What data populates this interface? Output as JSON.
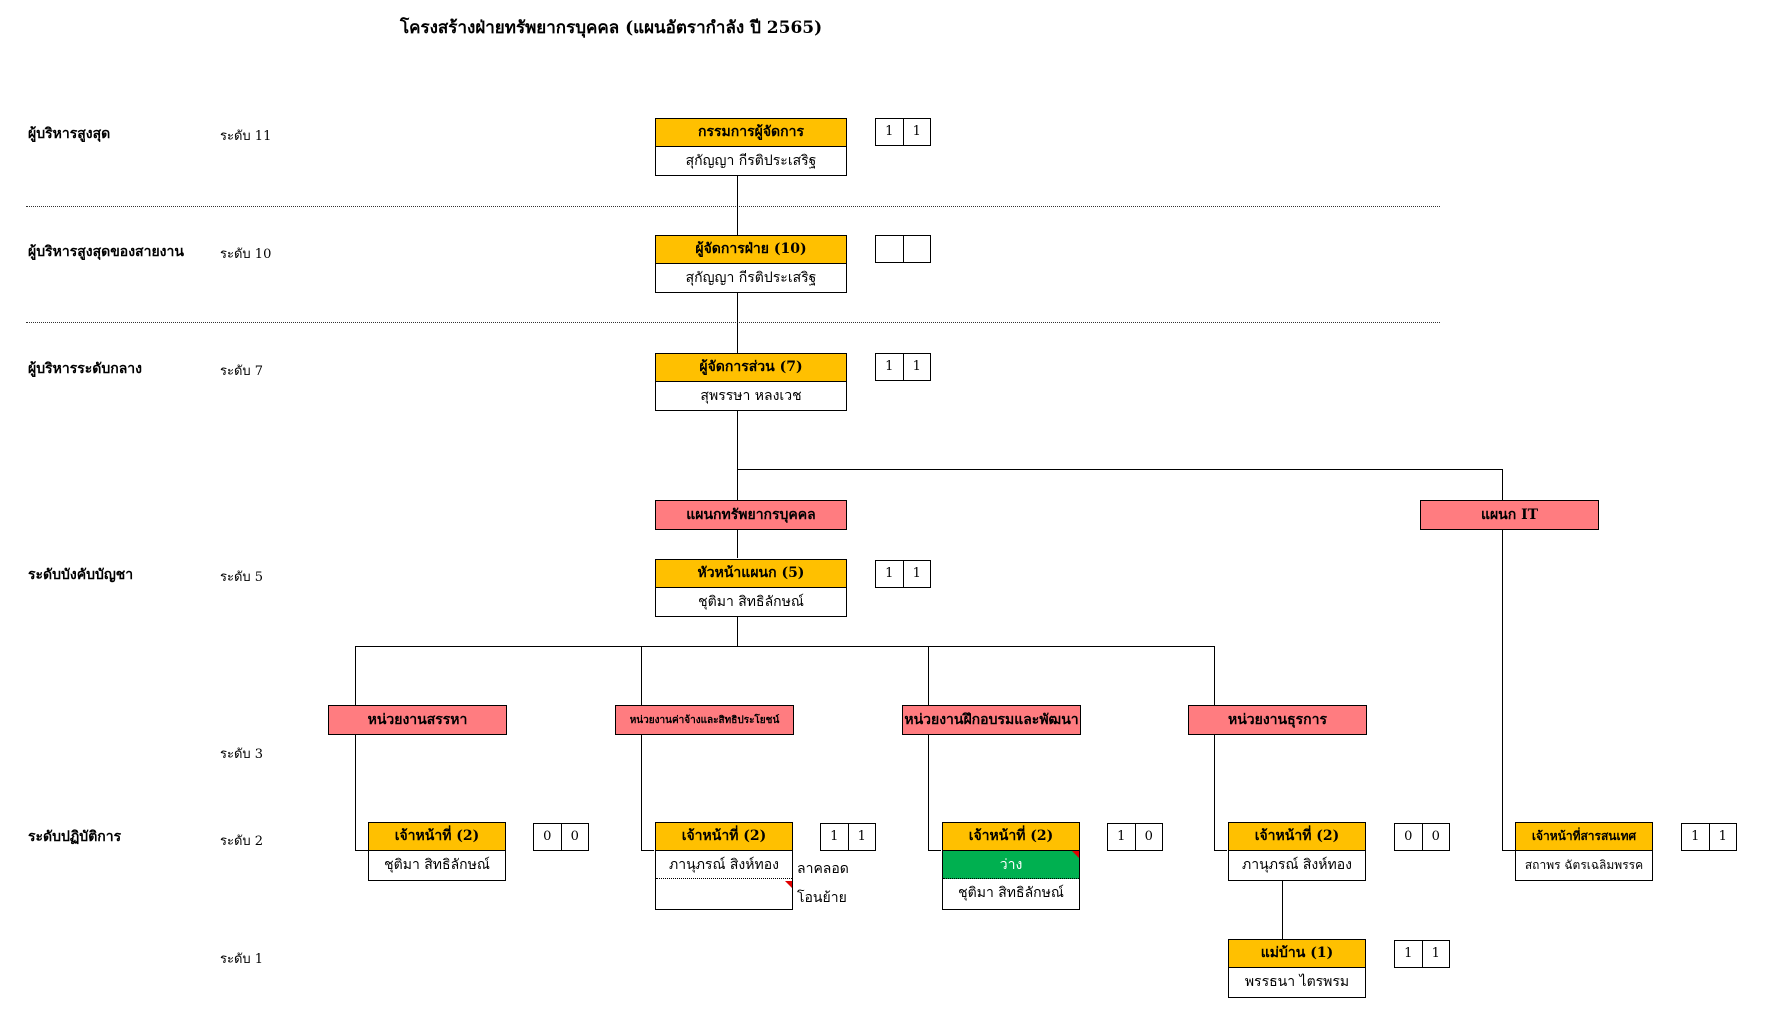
{
  "title": "โครงสร้างฝ่ายทรัพยากรบุคคล (แผนอัตรากำลัง ปี 2565)",
  "categories": {
    "top_exec": "ผู้บริหารสูงสุด",
    "line_exec": "ผู้บริหารสูงสุดของสายงาน",
    "mid_exec": "ผู้บริหารระดับกลาง",
    "supervisor": "ระดับบังคับบัญชา",
    "operation": "ระดับปฏิบัติการ"
  },
  "levels": {
    "l11": "ระดับ 11",
    "l10": "ระดับ 10",
    "l7": "ระดับ 7",
    "l5": "ระดับ 5",
    "l3": "ระดับ 3",
    "l2": "ระดับ 2",
    "l1": "ระดับ 1"
  },
  "positions": {
    "md": {
      "title": "กรรมการผู้จัดการ",
      "name": "สุกัญญา กีรติประเสริฐ",
      "counts": [
        "1",
        "1"
      ]
    },
    "dept_mgr": {
      "title": "ผู้จัดการฝ่าย (10)",
      "name": "สุกัญญา กีรติประเสริฐ",
      "counts": [
        "",
        ""
      ]
    },
    "section_mgr": {
      "title": "ผู้จัดการส่วน (7)",
      "name": "สุพรรษา หลงเวช",
      "counts": [
        "1",
        "1"
      ]
    },
    "div_head": {
      "title": "หัวหน้าแผนก (5)",
      "name": "ชุติมา สิทธิลักษณ์",
      "counts": [
        "1",
        "1"
      ]
    },
    "recruit_staff": {
      "title": "เจ้าหน้าที่ (2)",
      "name": "ชุติมา สิทธิลักษณ์",
      "counts": [
        "0",
        "0"
      ]
    },
    "comp_staff": {
      "title": "เจ้าหน้าที่ (2)",
      "name": "ภานุภรณ์ สิงห์ทอง",
      "name2": "",
      "counts": [
        "1",
        "1"
      ],
      "note1": "ลาคลอด",
      "note2": "โอนย้าย"
    },
    "train_staff": {
      "title": "เจ้าหน้าที่ (2)",
      "name": "ว่าง",
      "name2": "ชุติมา สิทธิลักษณ์",
      "counts": [
        "1",
        "0"
      ]
    },
    "admin_staff": {
      "title": "เจ้าหน้าที่ (2)",
      "name": "ภานุภรณ์ สิงห์ทอง",
      "counts": [
        "0",
        "0"
      ]
    },
    "it_staff": {
      "title": "เจ้าหน้าที่สารสนเทศ",
      "name": "สถาพร ฉัตรเฉลิมพรรค",
      "counts": [
        "1",
        "1"
      ]
    },
    "maid": {
      "title": "แม่บ้าน (1)",
      "name": "พรรธนา ไตรพรม",
      "counts": [
        "1",
        "1"
      ]
    }
  },
  "departments": {
    "hr": "แผนกทรัพยากรบุคคล",
    "it": "แผนก IT",
    "recruit": "หน่วยงานสรรหา",
    "comp": "หน่วยงานค่าจ้างและสิทธิประโยชน์",
    "train": "หน่วยงานฝึกอบรมและพัฒนา",
    "admin": "หน่วยงานธุรการ"
  },
  "colors": {
    "position_header": "#ffc000",
    "department": "#ff7c80",
    "vacant": "#00b050",
    "comment_flag": "#e00000"
  }
}
